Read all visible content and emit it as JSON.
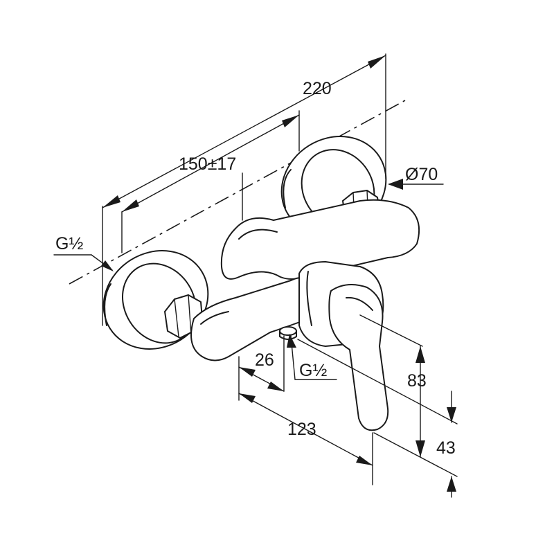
{
  "dimensions": {
    "total_width": "220",
    "center_distance": "150±17",
    "rosette_diameter": "Ø70",
    "inlet_thread": "G½",
    "outlet_thread": "G½",
    "outlet_offset": "26",
    "depth": "123",
    "lever_height": "83",
    "outlet_height": "43"
  },
  "colors": {
    "line": "#1a1a1a",
    "background": "#ffffff"
  }
}
